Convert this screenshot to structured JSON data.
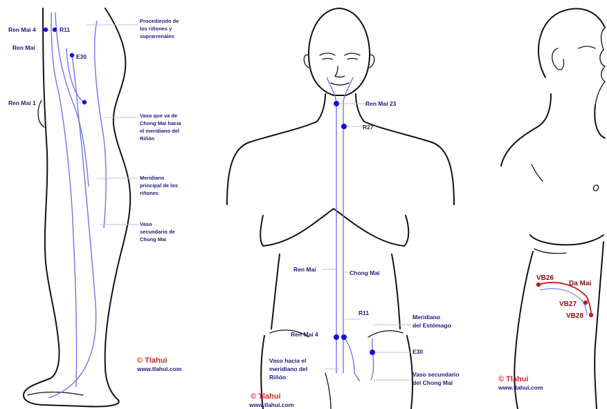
{
  "panels": {
    "leg": {
      "points": [
        "Ren Mai 4",
        "R11",
        "Ren Mai",
        "E30",
        "Ren Mai 1"
      ],
      "notes": [
        [
          "Procediendo de",
          "los riñones y",
          "suprarrenales"
        ],
        [
          "Vaso que va de",
          "Chong Mai hacia",
          "el meridiano del",
          "Riñón"
        ],
        [
          "Meridiano",
          "principal de los",
          "riñones"
        ],
        [
          "Vaso",
          "secundario de",
          "Chong Mai"
        ]
      ],
      "brand": "© Tlahui",
      "url": "www.tlahui.com"
    },
    "torso": {
      "ren_mai_23": "Ren Mai 23",
      "r27": "R27",
      "ren_mai": "Ren Mai",
      "chong_mai": "Chong Mai",
      "r11": "R11",
      "ren_mai_4": "Ren Mai 4",
      "stomach_meridian": [
        "Meridiano",
        "del Estómago"
      ],
      "e30": "E30",
      "kidney_vessel": [
        "Vaso hacia el",
        "meridiano del",
        "Riñón"
      ],
      "secondary_vessel": [
        "Vaso secundario",
        "del Chong Mai"
      ],
      "brand": "© Tlahui",
      "url": "www.tlahui.com"
    },
    "side": {
      "vb26": "VB26",
      "da_mai": "Da Mai",
      "vb27": "VB27",
      "vb28": "VB28",
      "brand": "© Tlahui",
      "url": "www.tlahui.com"
    }
  },
  "colors": {
    "meridian": "#6e74e8",
    "point": "#1010d8",
    "label": "#1b1b7a",
    "brand": "#d8242c",
    "dai_mai": "#c01a1a"
  }
}
